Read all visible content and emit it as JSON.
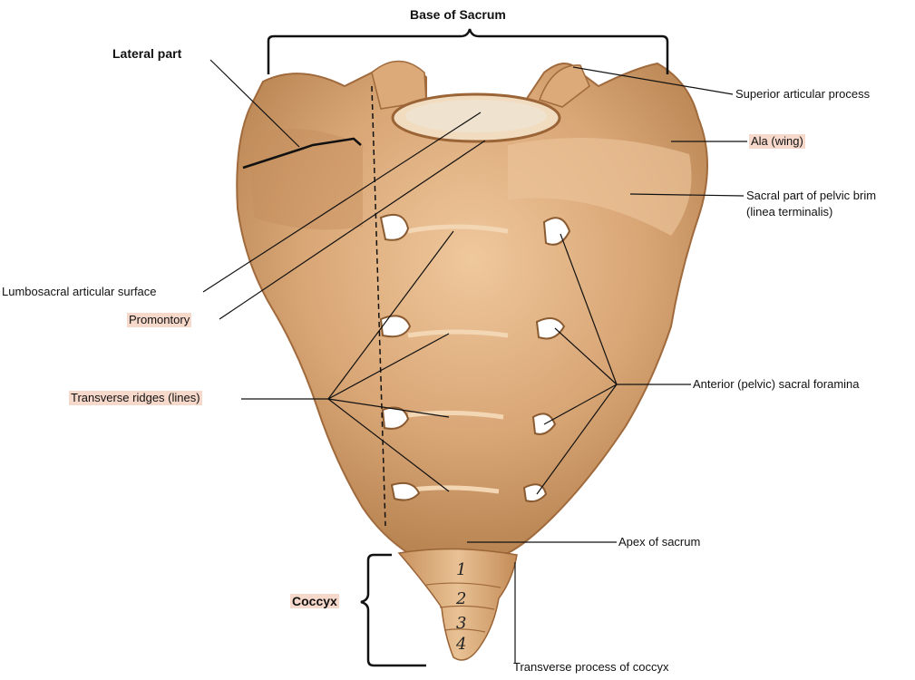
{
  "labels": {
    "base_of_sacrum": "Base of Sacrum",
    "lateral_part": "Lateral part",
    "superior_articular_process": "Superior articular process",
    "ala": "Ala (wing)",
    "pelvic_brim_line1": "Sacral part of pelvic brim",
    "pelvic_brim_line2": "(linea terminalis)",
    "lumbosacral": "Lumbosacral articular surface",
    "promontory": "Promontory",
    "transverse_ridges": "Transverse ridges (lines)",
    "anterior_foramina": "Anterior (pelvic) sacral foramina",
    "apex": "Apex of sacrum",
    "coccyx": "Coccyx",
    "transverse_process_coccyx": "Transverse process of coccyx"
  },
  "coccyx_numbers": [
    "1",
    "2",
    "3",
    "4"
  ],
  "colors": {
    "bone": "#d9a676",
    "bone_dark": "#b07a4d",
    "bone_light": "#f0cfa8",
    "foramen": "#ffffff",
    "line": "#111111",
    "highlight": "#f7d9cc"
  }
}
